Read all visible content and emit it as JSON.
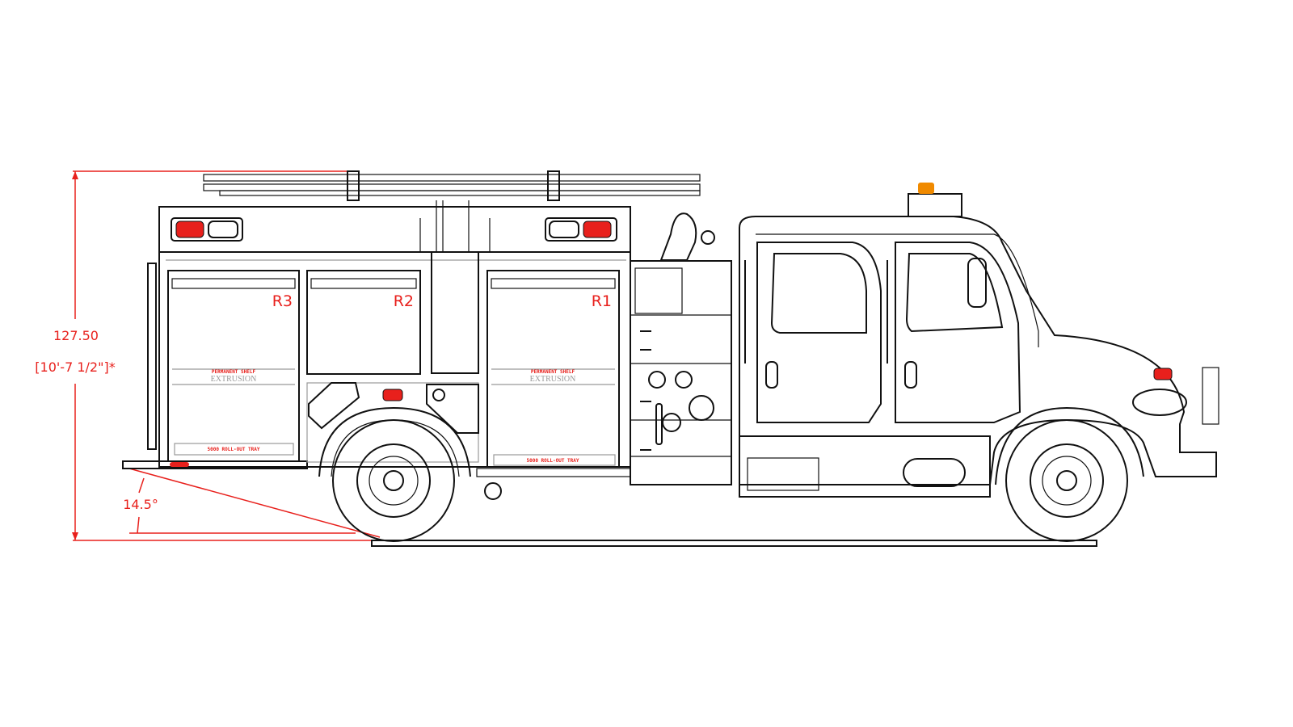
{
  "dimensions": {
    "overall_height": "127.50",
    "overall_height_ft": "[10'-7 1/2\"]*",
    "departure_angle": "14.5°"
  },
  "compartments": [
    {
      "label": "R3",
      "shelf_label": "PERMANENT SHELF",
      "extrusion_label": "EXTRUSION",
      "tray_label": "5000 ROLL-OUT TRAY"
    },
    {
      "label": "R2"
    },
    {
      "label": "R1",
      "shelf_label": "PERMANENT SHELF",
      "extrusion_label": "EXTRUSION",
      "tray_label": "5000 ROLL-OUT TRAY"
    }
  ],
  "colors": {
    "dimension": "#e8201c",
    "lights": "#e8201c",
    "beacon": "#f08a00",
    "lines": "#111111"
  }
}
